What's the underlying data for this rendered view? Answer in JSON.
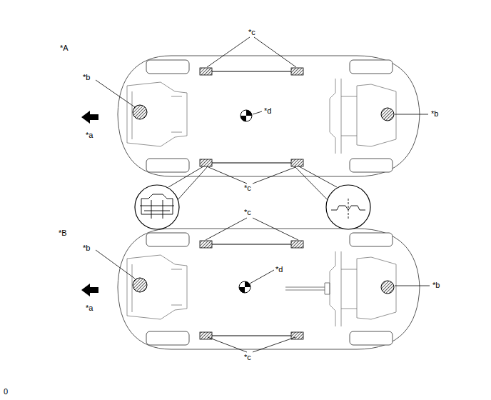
{
  "diagram": {
    "labels": [
      "*c",
      "*A",
      "*b",
      "*b",
      "*d",
      "*a",
      "*c",
      "*c",
      "*B",
      "*b",
      "*d",
      "*b",
      "*a",
      "*c",
      "0"
    ]
  }
}
